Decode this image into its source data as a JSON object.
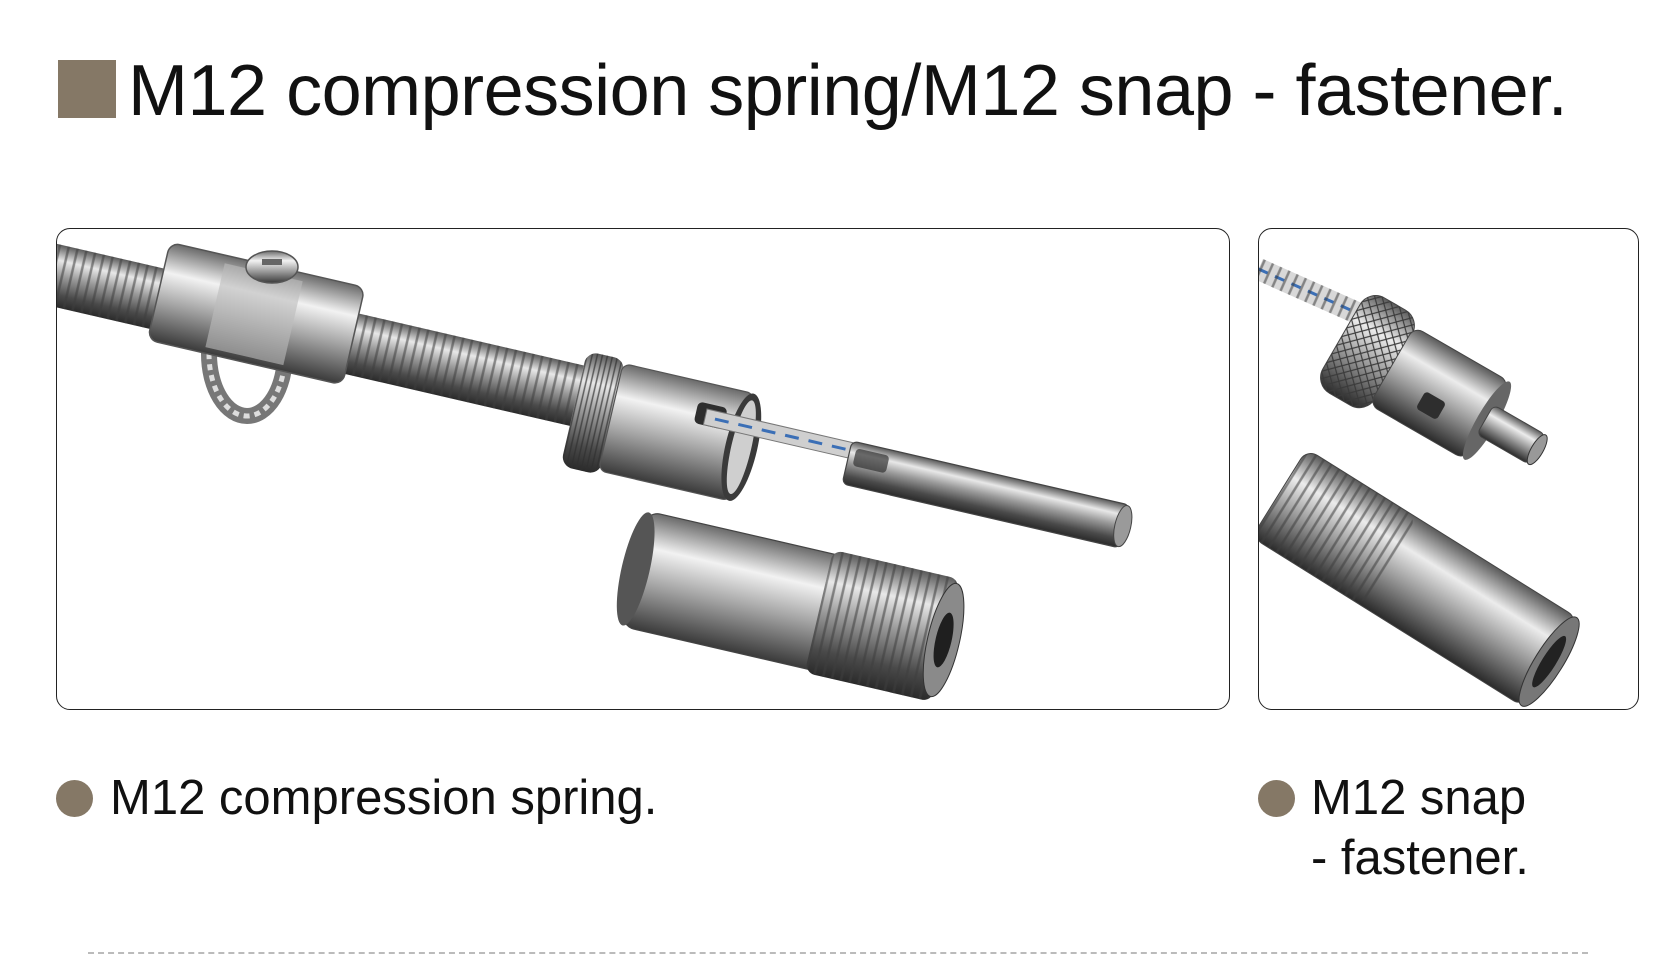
{
  "header": {
    "title": "M12 compression spring/M12 snap - fastener."
  },
  "captions": {
    "left": "M12 compression spring.",
    "right_line1": "M12 snap",
    "right_line2": "- fastener."
  },
  "colors": {
    "accent": "#857866",
    "border": "#222222",
    "cable_blue": "#3b6fb6"
  },
  "icons": {
    "title_marker": "square-bullet-icon",
    "caption_marker": "circle-bullet-icon"
  }
}
